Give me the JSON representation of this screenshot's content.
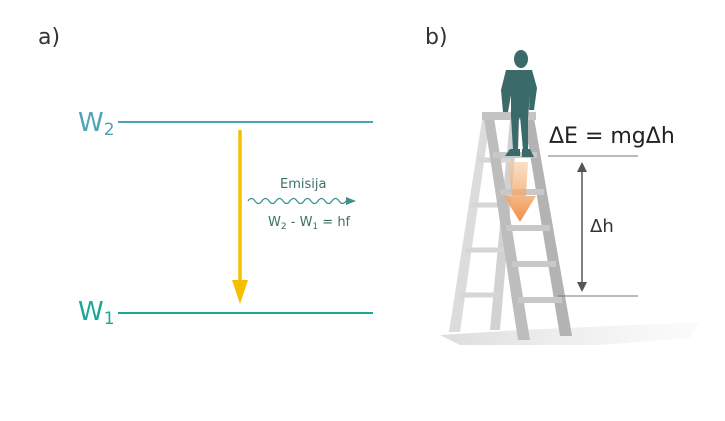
{
  "panel_a": {
    "label": "a)",
    "upper_level": {
      "letter": "W",
      "subscript": "2"
    },
    "lower_level": {
      "letter": "W",
      "subscript": "1"
    },
    "emission_label": "Emisija",
    "emission_equation": {
      "w2_letter": "W",
      "w2_sub": "2",
      "minus": " - ",
      "w1_letter": "W",
      "w1_sub": "1",
      "rhs": " = hf"
    },
    "colors": {
      "upper": "#4fa3b7",
      "lower": "#1aa898",
      "arrow": "#f6c000",
      "text": "#3f6f6b"
    }
  },
  "panel_b": {
    "label": "b)",
    "energy_equation": "ΔE = mgΔh",
    "height_label": "Δh",
    "colors": {
      "person": "#3a6a6a",
      "ladder_front": "#bdbdbd",
      "ladder_back": "#dcdcdc",
      "arrow": "#f0a868"
    }
  }
}
